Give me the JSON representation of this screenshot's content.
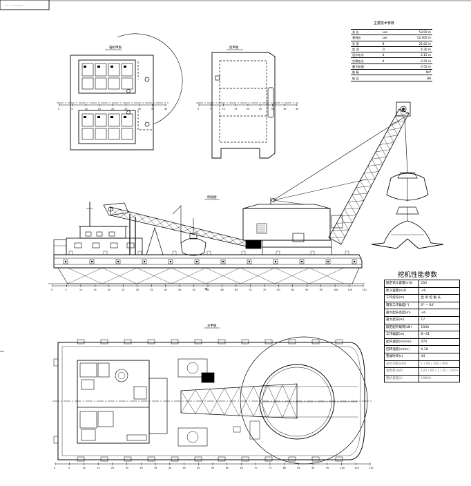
{
  "corner_box": {
    "text": "— · · · ——— · · ·"
  },
  "main_params": {
    "title": "主要技术参数",
    "rows": [
      {
        "label": "总 长",
        "sym": "Loa",
        "value": "53.00 m"
      },
      {
        "label": "垂线长",
        "sym": "Lwl",
        "value": "52.000 m"
      },
      {
        "label": "型 宽",
        "sym": "B",
        "value": "21.00 m"
      },
      {
        "label": "型 深",
        "sym": "D",
        "value": "4.30 m"
      },
      {
        "label": "设计吃水",
        "sym": "d",
        "value": "2.15 m"
      },
      {
        "label": "空载吃水",
        "sym": "d",
        "value": "0.25 m"
      },
      {
        "label": "最大航速",
        "sym": "",
        "value": "0.55 m"
      },
      {
        "label": "船 级",
        "sym": "",
        "value": "N/P"
      },
      {
        "label": "航 区",
        "sym": "",
        "value": "BB"
      }
    ]
  },
  "perf_params": {
    "title": "挖机性能参数",
    "rows": [
      {
        "label": "额定抓斗容量(m3)",
        "value": "250"
      },
      {
        "label": "抓斗容量(m3)",
        "value": "+8"
      },
      {
        "label": "工作挖深(m)",
        "value": "全 吊 挖 掘 长"
      },
      {
        "label": "臂架工作角度(°)",
        "value": "0° ~ 64°"
      },
      {
        "label": "最大起升高度(m)",
        "value": "+6"
      },
      {
        "label": "最大挖深(m)",
        "value": "17"
      },
      {
        "label": "额定起升载荷(kN)",
        "value": "1500"
      },
      {
        "label": "工作幅度(m)",
        "value": "8~41"
      },
      {
        "label": "起升速度(m/min)",
        "value": "474"
      },
      {
        "label": "回转速度(r/min)",
        "value": "0.18"
      },
      {
        "label": "变幅时间(s)",
        "value": "44"
      },
      {
        "label": "主机功率(kW)",
        "value": "1 / 00 / 200 / 900",
        "dim": true
      },
      {
        "label": "发电机(kW)",
        "value": "120 / 00 / 1 / 20 / (200)",
        "dim": true
      },
      {
        "label": "整机重量(t)",
        "value": "10000",
        "dim": true
      }
    ]
  },
  "views": {
    "plan_top": "锚机甲板",
    "plan_side": "底甲板",
    "elevation": "侧视图",
    "main_deck": "主甲板"
  },
  "labels": {
    "mark": "*"
  },
  "frame_numbers": [
    "0",
    "5",
    "10",
    "15",
    "20",
    "25",
    "30",
    "35",
    "40",
    "45",
    "50",
    "55",
    "60",
    "65",
    "70",
    "75",
    "80",
    "85",
    "90",
    "95",
    "100",
    "105",
    "110"
  ]
}
